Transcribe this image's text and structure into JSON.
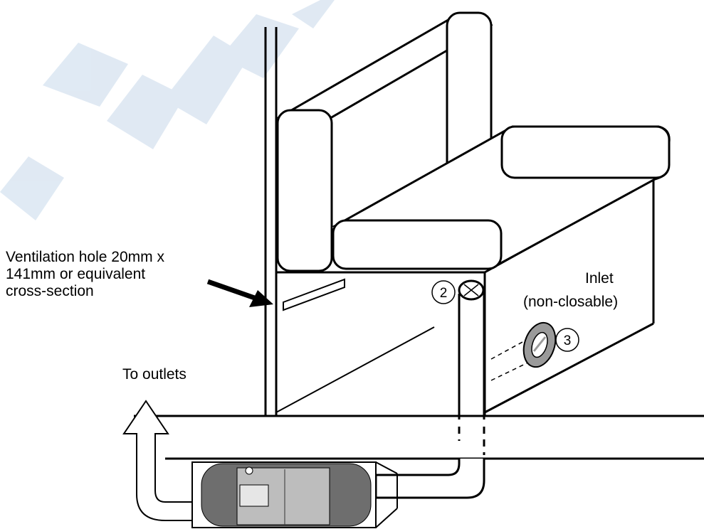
{
  "labels": {
    "ventilation": [
      "Ventilation hole 20mm x",
      "141mm or equivalent",
      "cross-section"
    ],
    "inlet": "Inlet",
    "inlet_note": "(non-closable)",
    "to_outlets": "To outlets"
  },
  "callouts": {
    "two": "2",
    "three": "3"
  },
  "colors": {
    "line": "#000000",
    "watermark": "#dbe6f2",
    "heater_dark": "#6e6e6e",
    "heater_light": "#bdbdbd",
    "inlet_ring": "#9a9a9a"
  }
}
